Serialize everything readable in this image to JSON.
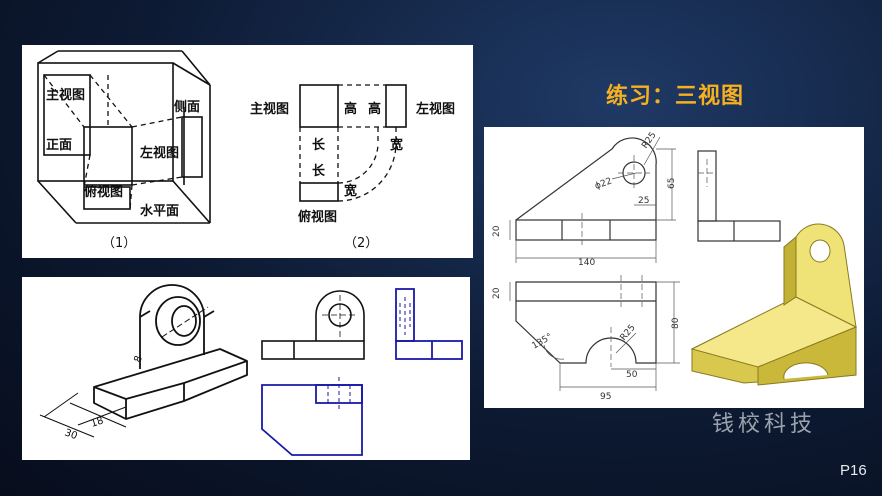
{
  "slide": {
    "title": "练习：三视图",
    "watermark": "钱校科技",
    "page": "P16"
  },
  "projection_figure": {
    "caption_1": "（1）",
    "caption_2": "（2）",
    "labels": {
      "main_view": "主视图",
      "front_face": "正面",
      "side_face": "侧面",
      "left_view": "左视图",
      "top_view": "俯视图",
      "horizontal_face": "水平面",
      "height": "高",
      "length": "长",
      "width": "宽"
    }
  },
  "example_figure": {
    "dims": [
      "8",
      "30",
      "18"
    ]
  },
  "exercise_figure": {
    "dims": {
      "r25_top": "R25",
      "d22": "ϕ22",
      "d25": "25",
      "d65": "65",
      "d20_front": "20",
      "d140": "140",
      "d20_top": "20",
      "d80": "80",
      "a135": "135°",
      "r25_bottom": "R25",
      "d50": "50",
      "d95": "95"
    }
  }
}
